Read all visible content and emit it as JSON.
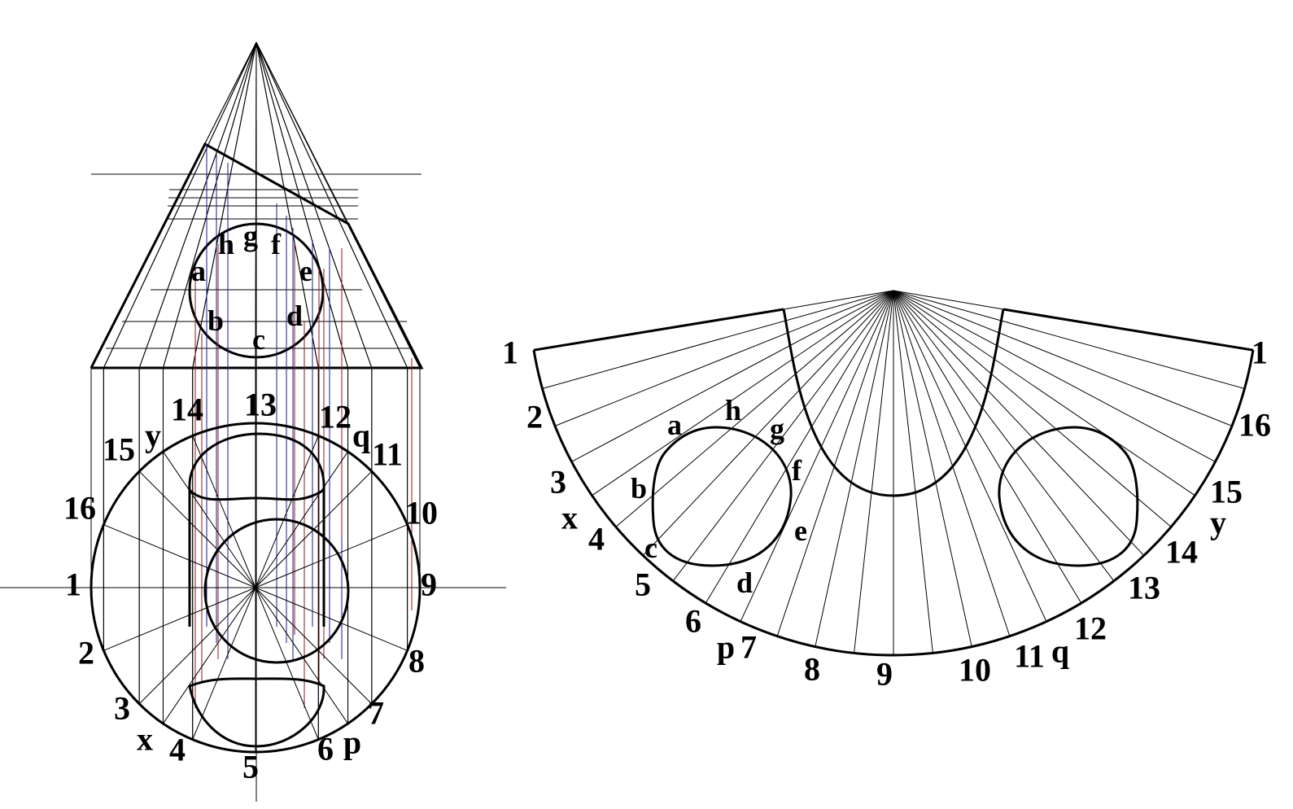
{
  "colors": {
    "line": "#000000",
    "projection_blue": "#1a1a8c",
    "projection_red": "#8c1a1a",
    "background": "#ffffff"
  },
  "front_view": {
    "hole_labels": [
      "h",
      "g",
      "f",
      "a",
      "e",
      "b",
      "d",
      "c"
    ]
  },
  "top_view": {
    "labels": [
      "1",
      "2",
      "3",
      "x",
      "4",
      "5",
      "6",
      "p",
      "7",
      "8",
      "9",
      "10",
      "11",
      "q",
      "12",
      "13",
      "14",
      "y",
      "15",
      "16"
    ]
  },
  "development": {
    "edge_labels": [
      "1",
      "2",
      "3",
      "x",
      "4",
      "5",
      "6",
      "p",
      "7",
      "8",
      "9",
      "10",
      "11",
      "q",
      "12",
      "13",
      "14",
      "y",
      "15",
      "16",
      "1"
    ],
    "hole_labels": [
      "a",
      "h",
      "g",
      "f",
      "b",
      "e",
      "c",
      "d"
    ]
  }
}
